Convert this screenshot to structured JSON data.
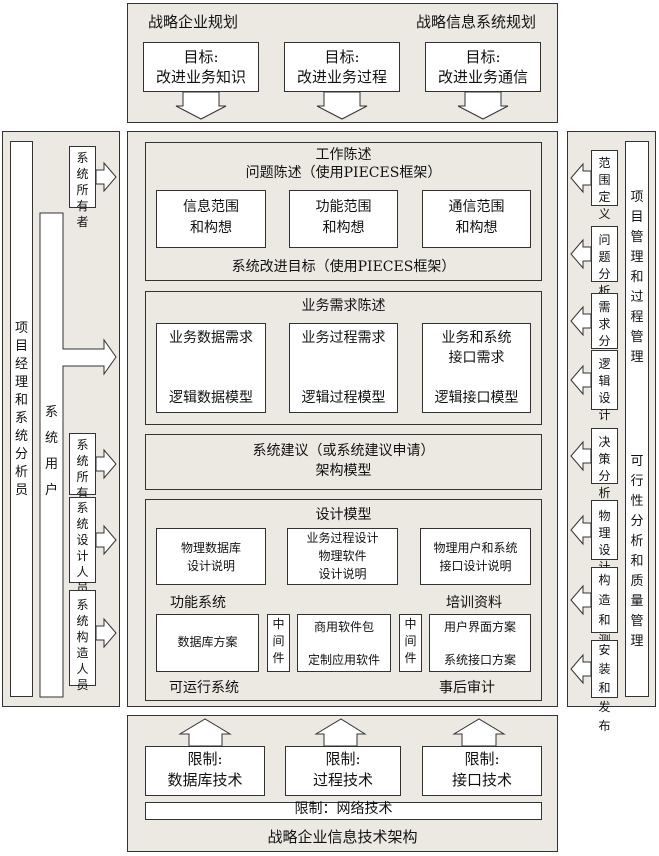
{
  "top": {
    "left_title": "战略企业规划",
    "right_title": "战略信息系统规划",
    "boxes": [
      {
        "line1": "目标:",
        "line2": "改进业务知识"
      },
      {
        "line1": "目标:",
        "line2": "改进业务过程"
      },
      {
        "line1": "目标:",
        "line2": "改进业务通信"
      }
    ]
  },
  "left": {
    "outer": "项目经理和系统分析员",
    "users": "系统用户",
    "owners_top": "系统所有者",
    "owners_mid": "系统所有者",
    "designers": "系统设计人员",
    "builders": "系统构造人员"
  },
  "right": {
    "col1": "项目管理和过程管理",
    "col2": "可行性分析和质量管理",
    "phases": [
      "范围定义",
      "问题分析",
      "需求分析",
      "逻辑设计",
      "决策分析",
      "物理设计",
      "构造和测试",
      "安装和发布"
    ]
  },
  "center": {
    "work": {
      "title": "工作陈述",
      "subtitle": "问题陈述（使用PIECES框架）",
      "boxes": [
        {
          "line1": "信息范围",
          "line2": "和构想"
        },
        {
          "line1": "功能范围",
          "line2": "和构想"
        },
        {
          "line1": "通信范围",
          "line2": "和构想"
        }
      ],
      "footer": "系统改进目标（使用PIECES框架）"
    },
    "req": {
      "title": "业务需求陈述",
      "boxes": [
        {
          "line1": "业务数据需求",
          "line2": "",
          "model": "逻辑数据模型"
        },
        {
          "line1": "业务过程需求",
          "line2": "",
          "model": "逻辑过程模型"
        },
        {
          "line1": "业务和系统",
          "line2": "接口需求",
          "model": "逻辑接口模型"
        }
      ]
    },
    "proposal": {
      "line1": "系统建议（或系统建议申请）",
      "line2": "架构模型"
    },
    "design": {
      "title": "设计模型",
      "boxes": [
        {
          "lines": [
            "物理数据库",
            "设计说明"
          ]
        },
        {
          "lines": [
            "业务过程设计",
            "物理软件",
            "设计说明"
          ]
        },
        {
          "lines": [
            "物理用户和系统",
            "接口设计说明"
          ]
        }
      ],
      "functional": "功能系统",
      "training": "培训资料",
      "db_scheme": "数据库方案",
      "middleware": "中间件",
      "software": {
        "line1": "商用软件包",
        "line2": "定制应用软件"
      },
      "ui": {
        "line1": "用户界面方案",
        "line2": "系统接口方案"
      },
      "runnable": "可运行系统",
      "audit": "事后审计"
    }
  },
  "bottom": {
    "boxes": [
      {
        "line1": "限制:",
        "line2": "数据库技术"
      },
      {
        "line1": "限制:",
        "line2": "过程技术"
      },
      {
        "line1": "限制:",
        "line2": "接口技术"
      }
    ],
    "network": "限制：网络技术",
    "title": "战略企业信息技术架构"
  }
}
